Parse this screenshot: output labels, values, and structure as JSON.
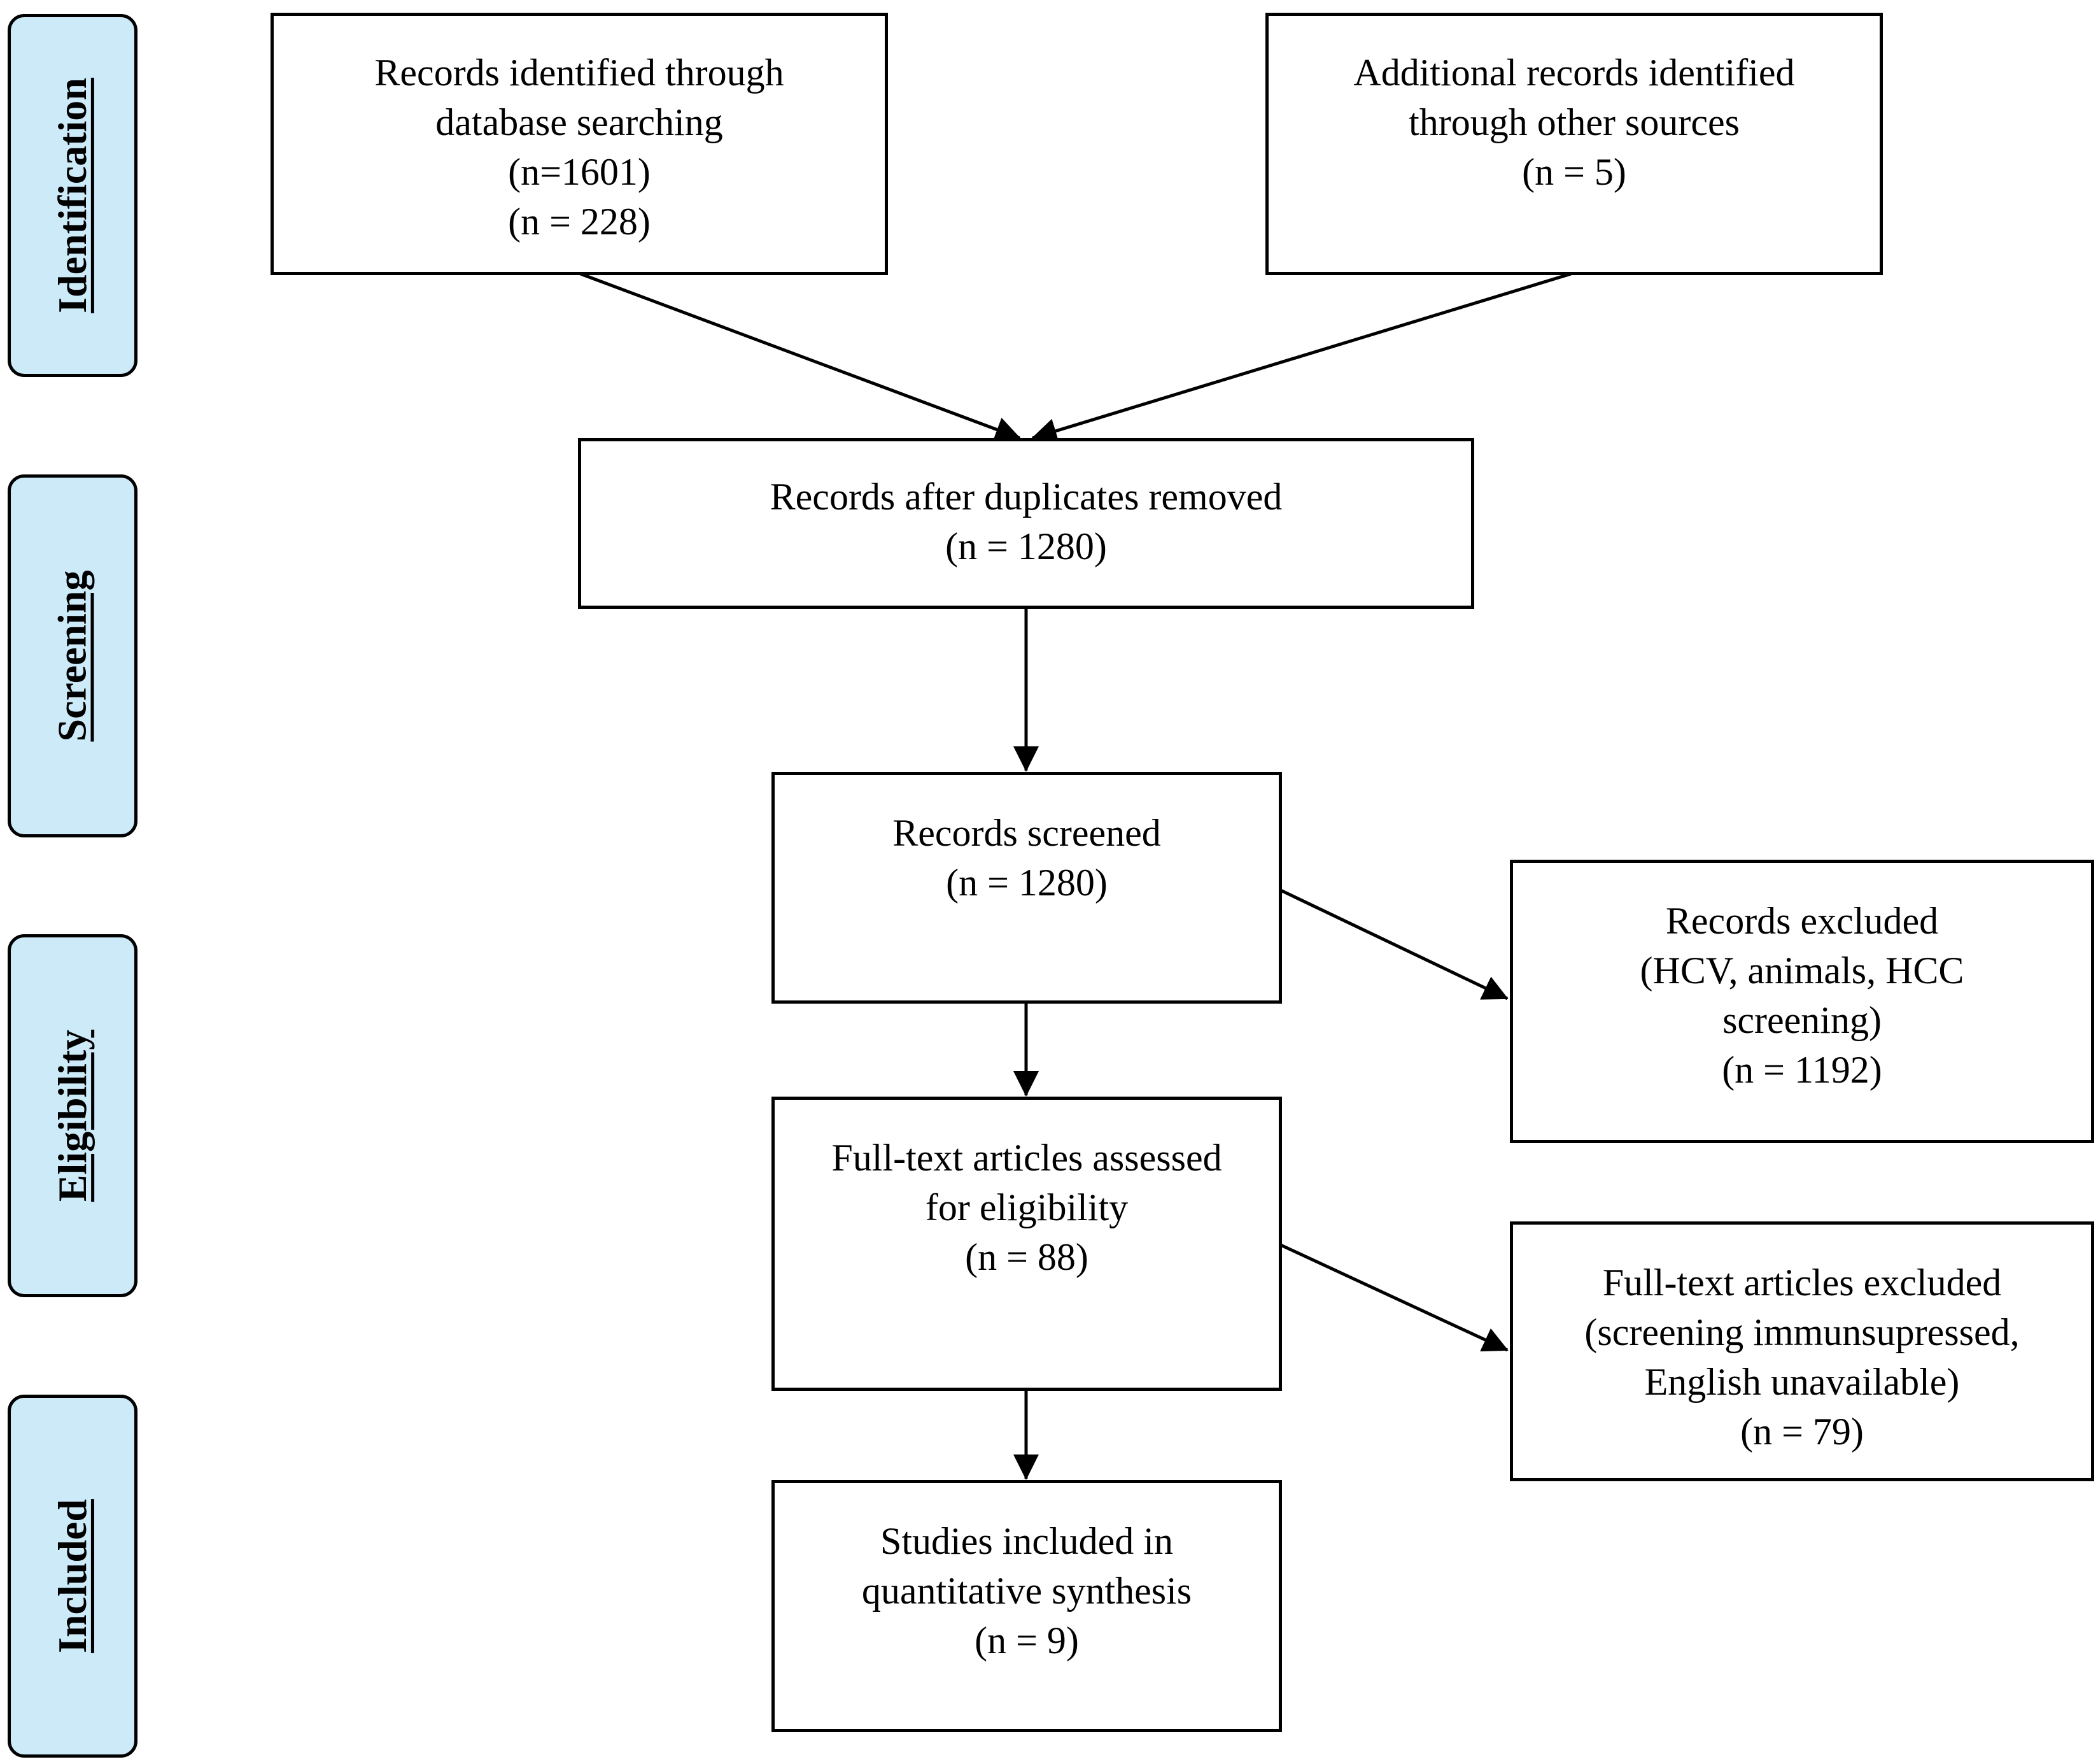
{
  "colors": {
    "stage_fill": "#cdeaf9",
    "line": "#000000",
    "box_fill": "#ffffff"
  },
  "stages": [
    {
      "id": "identification",
      "label": "Identification"
    },
    {
      "id": "screening",
      "label": "Screening"
    },
    {
      "id": "eligibility",
      "label": "Eligibility"
    },
    {
      "id": "included",
      "label": "Included"
    }
  ],
  "boxes": {
    "database_search": {
      "lines": [
        "Records identified through",
        "database searching",
        "(n=1601)",
        "(n = 228)"
      ]
    },
    "other_sources": {
      "lines": [
        "Additional records identified",
        "through other sources",
        "(n = 5)"
      ]
    },
    "duplicates_removed": {
      "lines": [
        "Records after duplicates removed",
        "(n = 1280)"
      ]
    },
    "records_screened": {
      "lines": [
        "Records screened",
        "(n = 1280)"
      ]
    },
    "records_excluded": {
      "lines": [
        "Records excluded",
        "(HCV, animals, HCC",
        "screening)",
        "(n = 1192)"
      ]
    },
    "fulltext_assessed": {
      "lines": [
        "Full-text articles assessed",
        "for eligibility",
        "(n = 88)"
      ]
    },
    "fulltext_excluded": {
      "lines": [
        "Full-text articles excluded",
        "(screening immunsupressed,",
        "English unavailable)",
        "(n = 79)"
      ]
    },
    "studies_included": {
      "lines": [
        "Studies included in",
        "quantitative synthesis",
        "(n = 9)"
      ]
    }
  }
}
